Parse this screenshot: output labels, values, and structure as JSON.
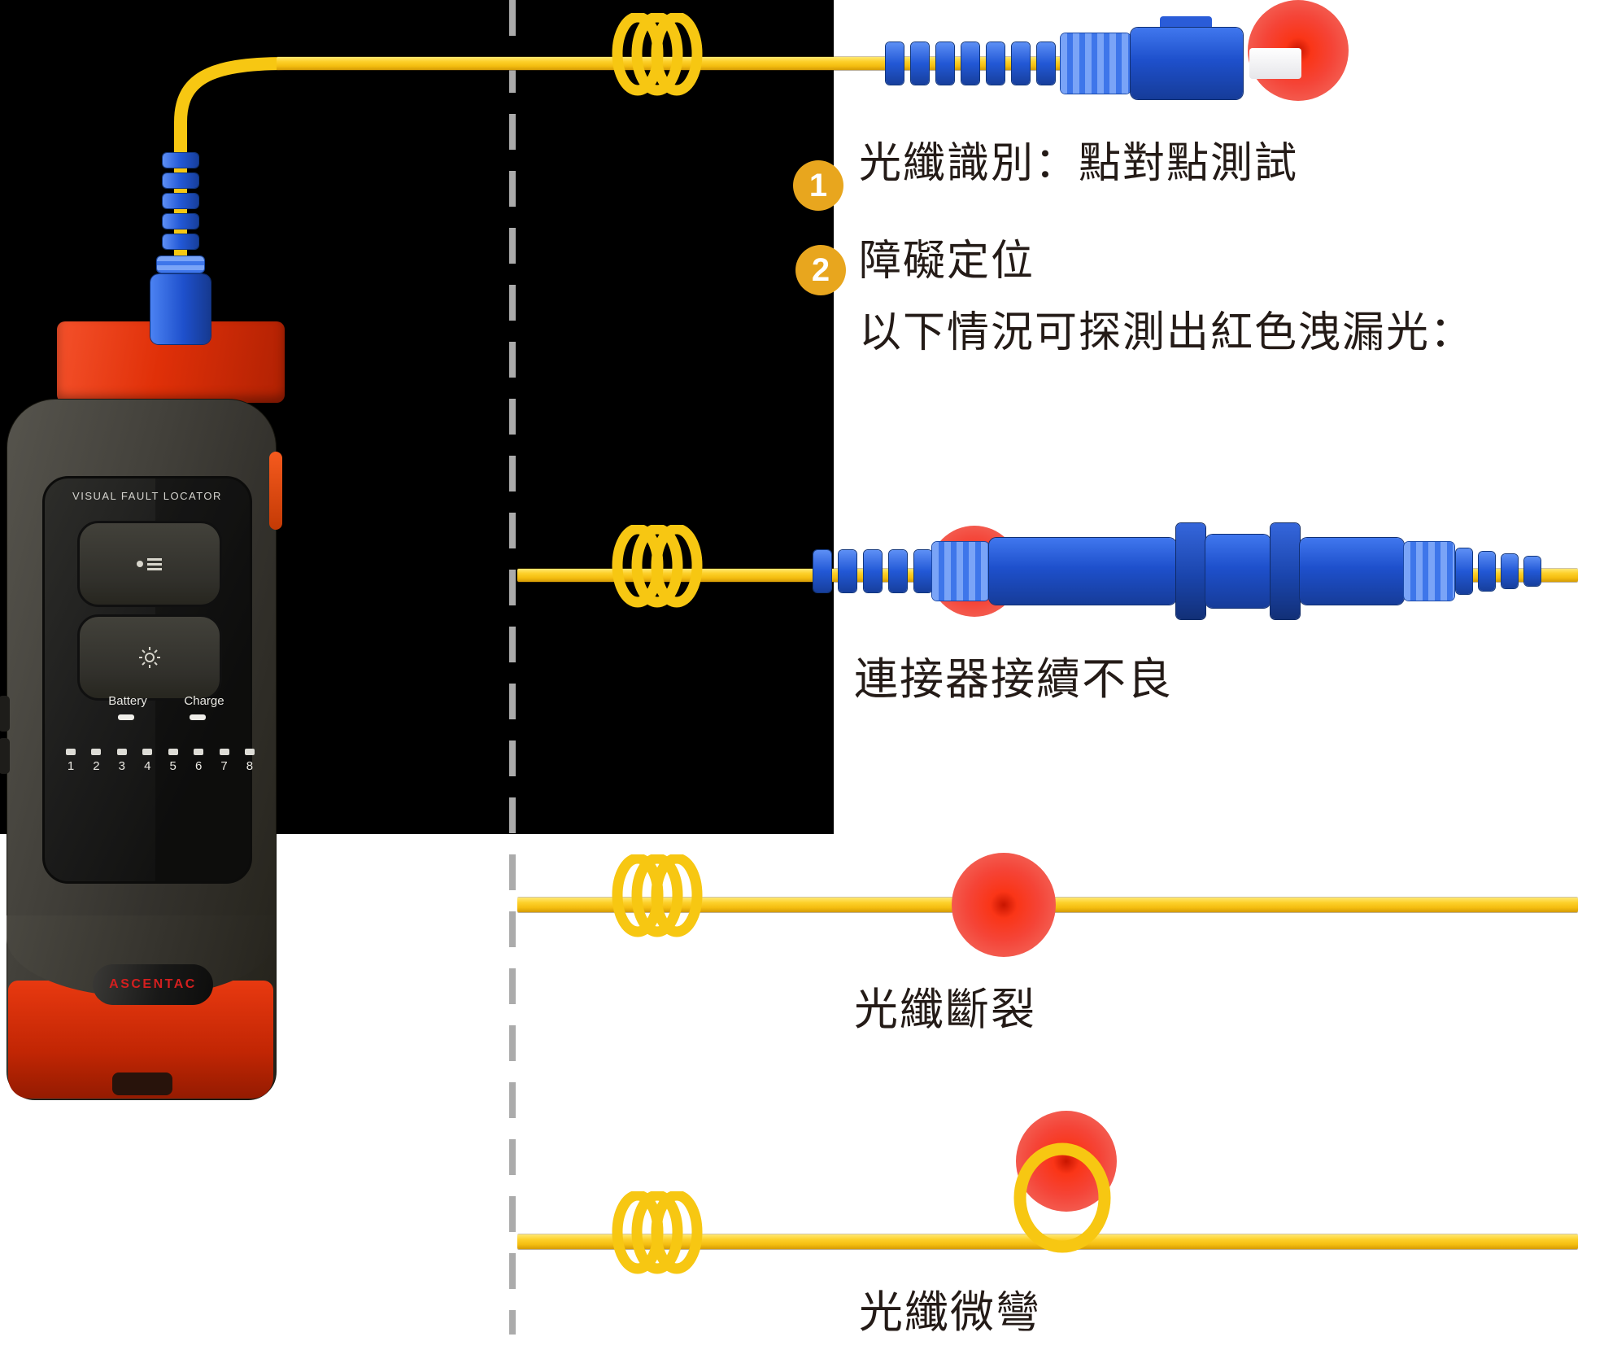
{
  "annotations": {
    "badge1": "1",
    "badge2": "2",
    "line1": "光纖識別：點對點測試",
    "line2": "障礙定位",
    "line3": "以下情況可探測出紅色洩漏光：",
    "caption_connector": "連接器接續不良",
    "caption_break": "光纖斷裂",
    "caption_bend": "光纖微彎"
  },
  "device": {
    "title": "VISUAL FAULT LOCATOR",
    "battery_label": "Battery",
    "charge_label": "Charge",
    "channel_numbers": [
      "1",
      "2",
      "3",
      "4",
      "5",
      "6",
      "7",
      "8"
    ],
    "brand": "ASCENTAC"
  },
  "colors": {
    "cable_yellow": "#f7c712",
    "connector_blue": "#2258d6",
    "leak_red": "#f54437",
    "badge_orange": "#e8a61e",
    "text_dark": "#241b17",
    "backdrop_black": "#000000",
    "device_red": "#d32a06",
    "brand_red": "#d41f1f"
  }
}
